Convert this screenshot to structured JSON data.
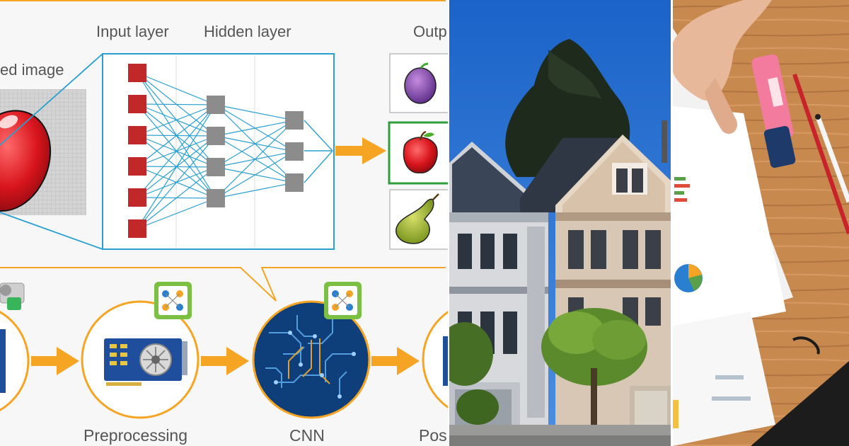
{
  "diagram": {
    "labels": {
      "input_layer": "Input layer",
      "hidden_layer": "Hidden layer",
      "output_partial": "Outp",
      "image_partial": "ed image",
      "preprocessing": "Preprocessing",
      "cnn": "CNN",
      "post_partial": "Pos"
    },
    "network": {
      "input_nodes": 6,
      "hidden1_nodes": 4,
      "hidden2_nodes": 3
    },
    "outputs": [
      "plum",
      "apple",
      "pear"
    ],
    "selected_output": "apple",
    "colors": {
      "accent_orange": "#f5a523",
      "network_blue": "#2aa0d0",
      "input_red": "#c0282a",
      "hidden_gray": "#8c8c8c",
      "selected_green": "#2e9e3e"
    }
  },
  "photos": {
    "houses": "victorian-houses-photo",
    "desk": "desk-documents-photo"
  }
}
